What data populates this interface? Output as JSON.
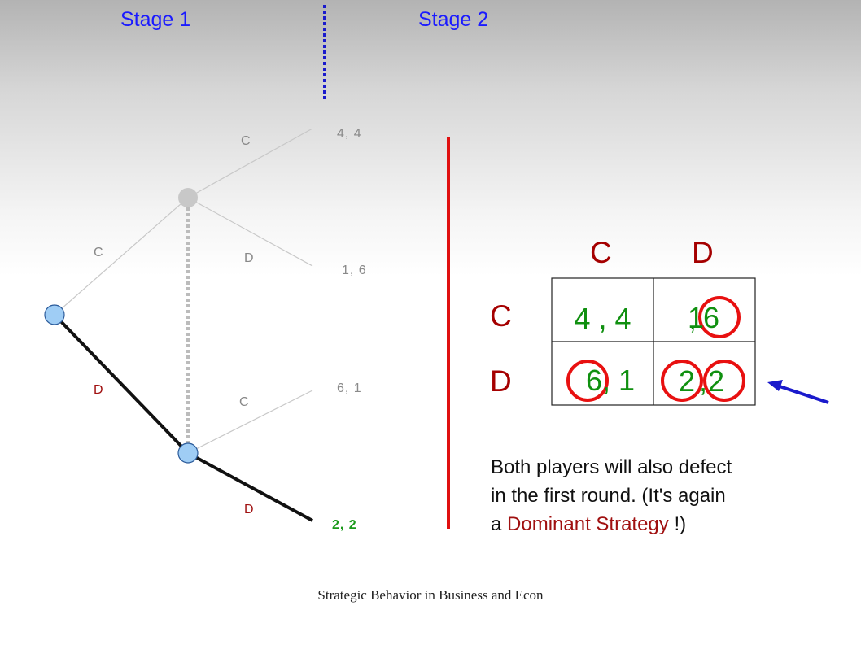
{
  "stages": {
    "stage1": "Stage 1",
    "stage2": "Stage 2"
  },
  "tree": {
    "upper_branch_c": "C",
    "upper_branch_d": "D",
    "root_branch_c": "C",
    "root_branch_d": "D",
    "lower_branch_c": "C",
    "lower_branch_d": "D",
    "payoff_cc": "4, 4",
    "payoff_cd": "1, 6",
    "payoff_dc": "6, 1",
    "payoff_dd": "2, 2"
  },
  "matrix": {
    "col_c": "C",
    "col_d": "D",
    "row_c": "C",
    "row_d": "D",
    "cell_cc": "4 , 4",
    "cell_cd_1": "1",
    "cell_cd_comma": ",",
    "cell_cd_2": "6",
    "cell_dc": "6, 1",
    "cell_dd_1": "2",
    "cell_dd_comma": ",",
    "cell_dd_2": "2"
  },
  "explanation": {
    "line1": "Both players will also defect",
    "line2": "in the first round. (It's again",
    "line3_prefix": "a ",
    "line3_highlight": "Dominant Strategy",
    "line3_suffix": " !)"
  },
  "footer": "Strategic Behavior in Business and Econ",
  "colors": {
    "stage_text": "#1a1aff",
    "divider": "#1a1acc",
    "red_divider": "#e01010",
    "payoff_green": "#109010",
    "highlight_red": "#a01010",
    "circle": "#e81010",
    "arrow": "#1a1acc",
    "node_fill": "#9fcdf5"
  }
}
